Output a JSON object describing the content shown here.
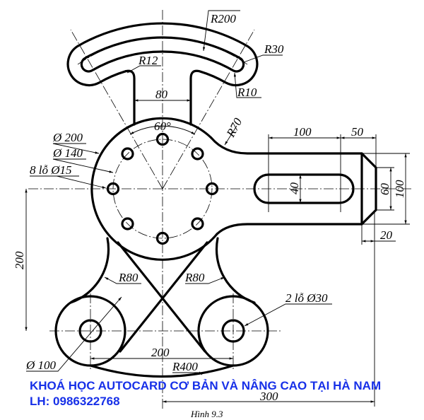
{
  "drawing": {
    "dimensions": {
      "r200": "R200",
      "r30": "R30",
      "r12": "R12",
      "r10": "R10",
      "stem_width": "80",
      "angle": "60°",
      "r70": "R70",
      "d200": "Ø 200",
      "d140": "Ø 140",
      "holes8": "8 lỗ  Ø15",
      "slot_len": "100",
      "end_len": "50",
      "slot_width": "40",
      "end_face": "60",
      "arm_height": "100",
      "chamfer": "20",
      "vertical_200": "200",
      "r80_left": "R80",
      "r80_right": "R80",
      "holes2": "2 lỗ  Ø30",
      "hole_spacing": "200",
      "d100": "Ø 100",
      "r400": "R400",
      "horizontal_300": "300"
    },
    "caption": "Hình 9.3"
  },
  "banner": {
    "line1": "KHOÁ HỌC AUTOCARD CƠ BẢN VÀ NÂNG CAO TẠI HÀ NAM",
    "line2": "LH: 0986322768",
    "color": "#1730e8"
  }
}
